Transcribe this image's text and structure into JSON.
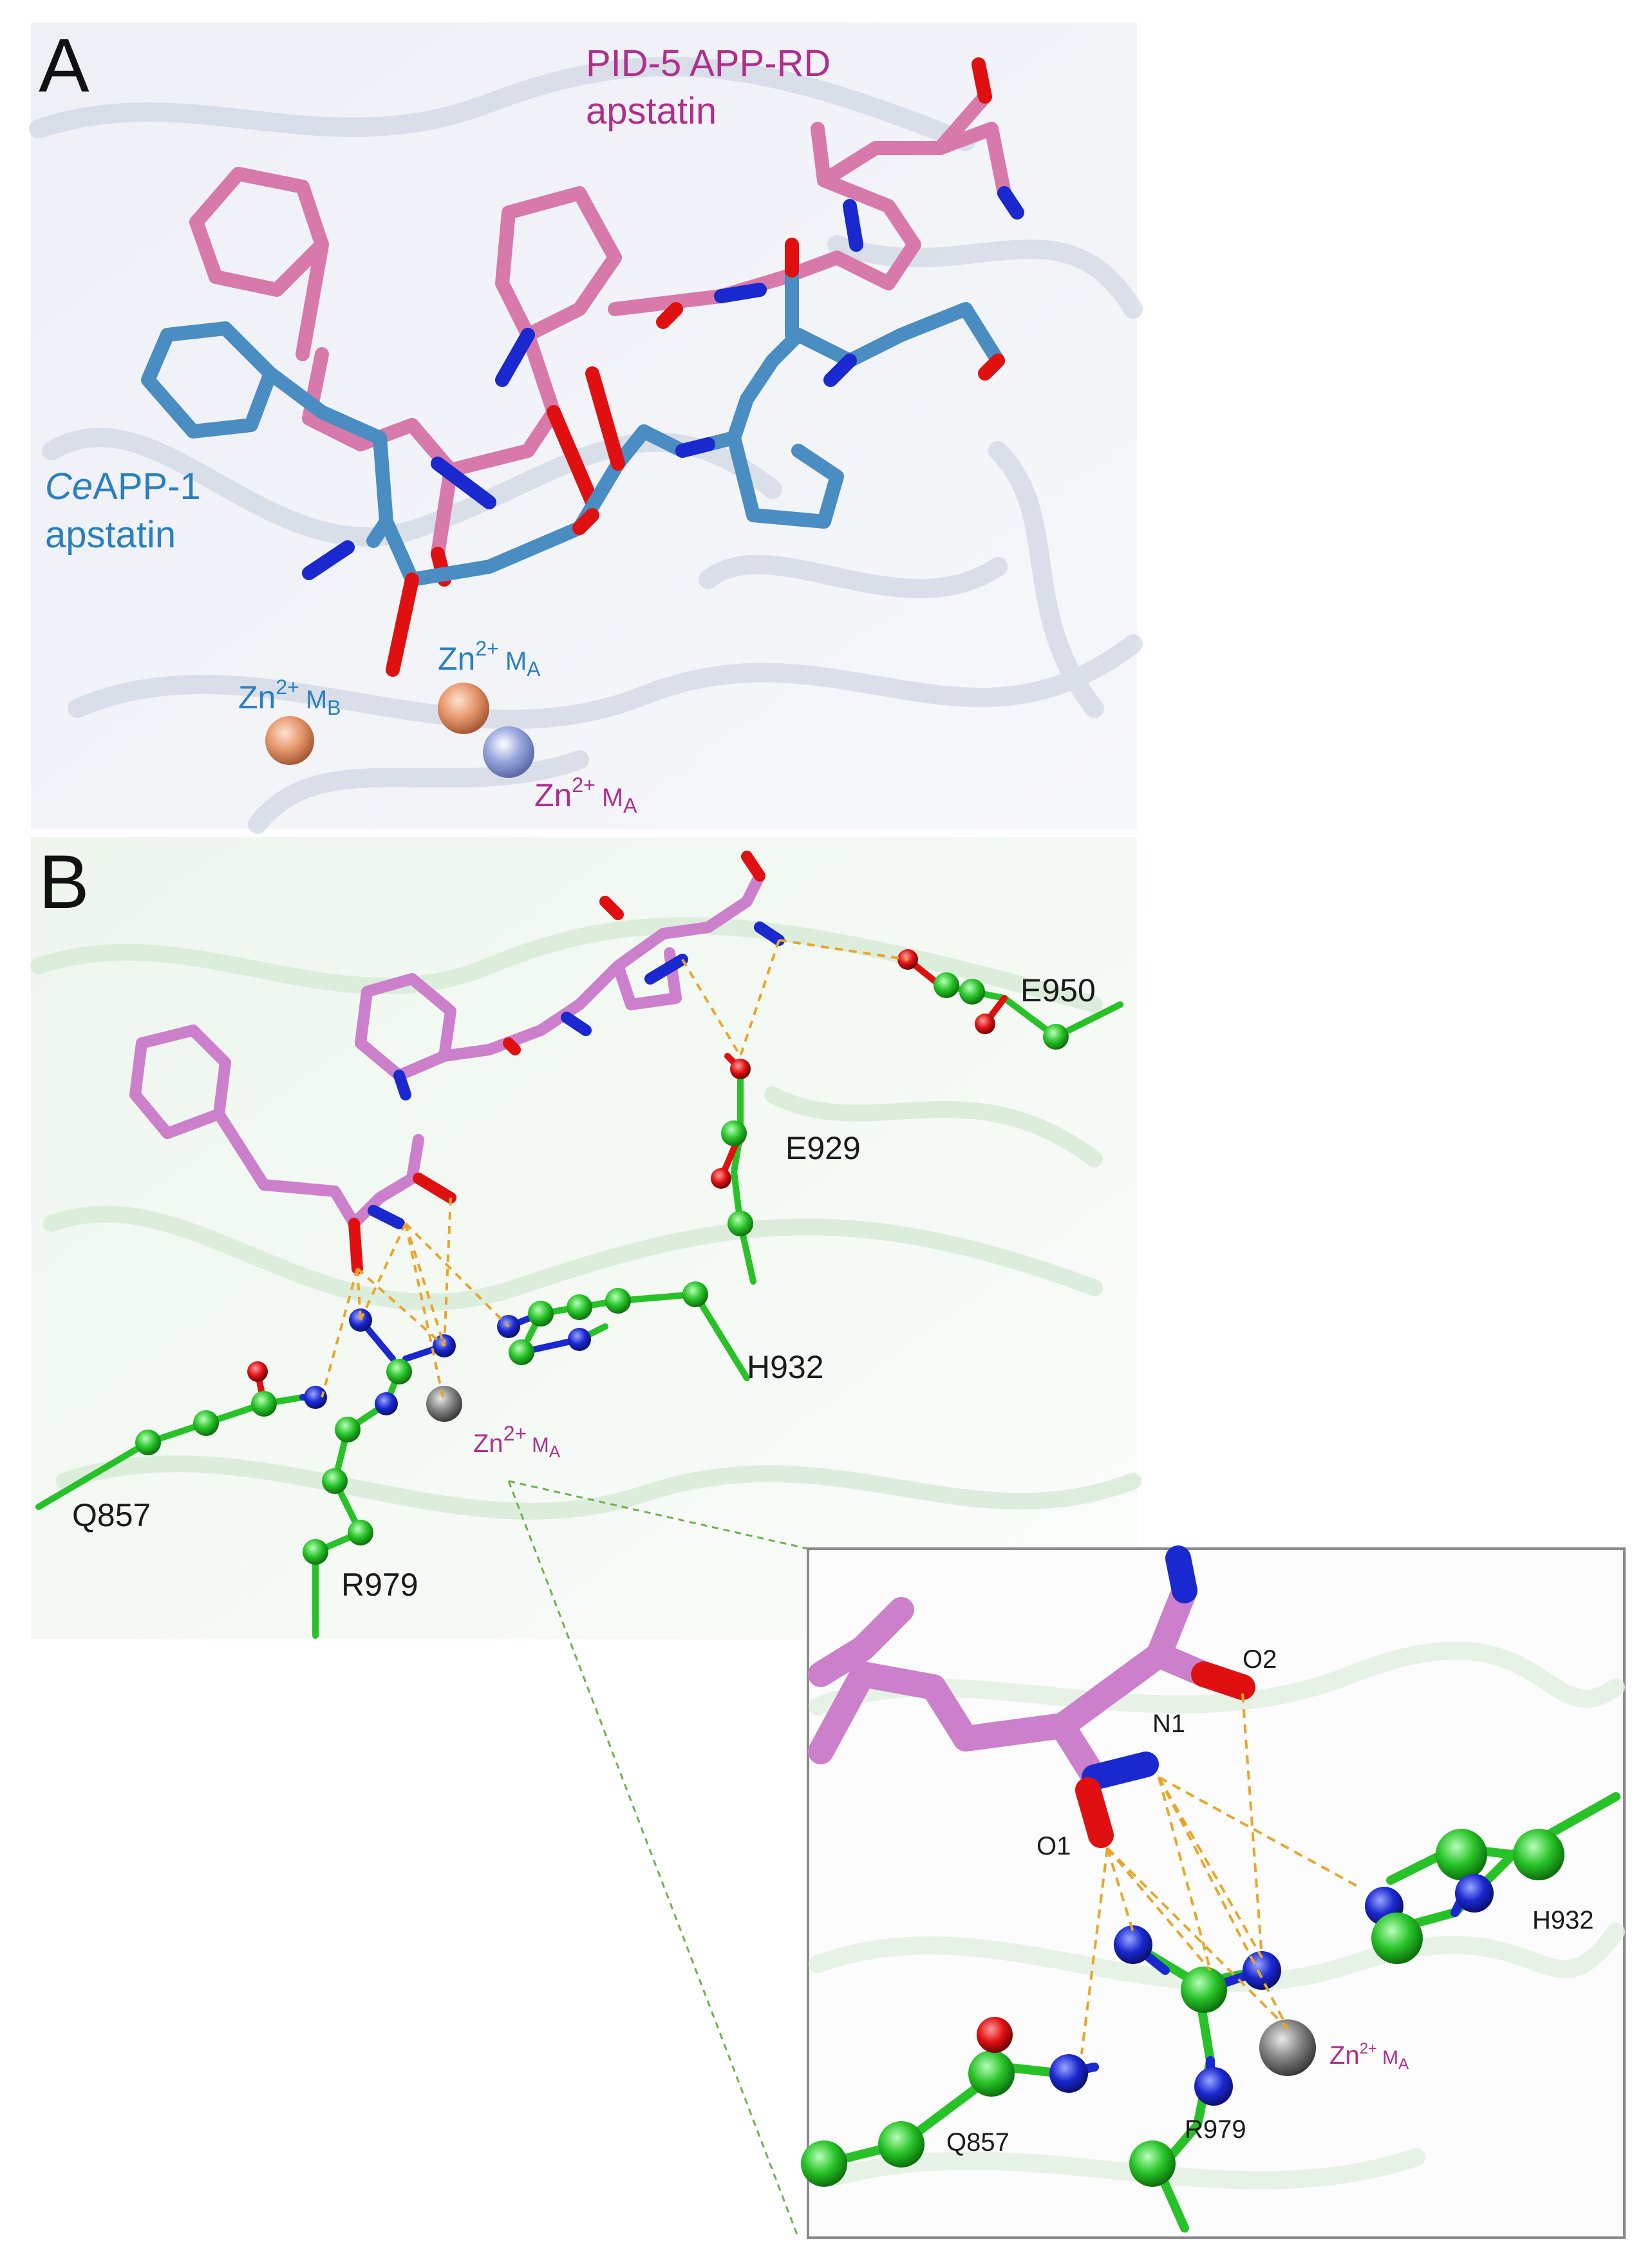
{
  "panels": {
    "a": {
      "letter": "A"
    },
    "b": {
      "letter": "B"
    }
  },
  "panel_a": {
    "pid5_label_line1": "PID-5 APP-RD",
    "pid5_label_line2": "apstatin",
    "ce_label_prefix": "Ce",
    "ce_label_rest": "APP-1",
    "ce_label_line2": "apstatin",
    "zn_mb": {
      "base": "Zn",
      "charge": "2+",
      "site": "M",
      "sub": "B"
    },
    "zn_ma_ce": {
      "base": "Zn",
      "charge": "2+",
      "site": "M",
      "sub": "A"
    },
    "zn_ma_pid5": {
      "base": "Zn",
      "charge": "2+",
      "site": "M",
      "sub": "A"
    }
  },
  "panel_b": {
    "residues": {
      "e950": "E950",
      "e929": "E929",
      "h932": "H932",
      "q857": "Q857",
      "r979": "R979"
    },
    "zn_ma": {
      "base": "Zn",
      "charge": "2+",
      "site": "M",
      "sub": "A"
    }
  },
  "inset": {
    "atoms": {
      "o2": "O2",
      "n1": "N1",
      "o1": "O1"
    },
    "residues": {
      "h932": "H932",
      "q857": "Q857",
      "r979": "R979"
    },
    "zn_ma": {
      "base": "Zn",
      "charge": "2+",
      "site": "M",
      "sub": "A"
    }
  },
  "colors": {
    "pid5_carbon": "#d879ab",
    "ce_carbon": "#4a8dc2",
    "ligand_b_carbon": "#cc80cc",
    "residue_carbon": "#27c227",
    "nitrogen": "#1a28d0",
    "oxygen": "#e01010",
    "zinc_ce": "#e6956a",
    "zinc_pid5": "#9aaadf",
    "zinc_b": "#808080",
    "hbond": "#e8a62a",
    "label_magenta": "#b02f8c",
    "label_blue": "#2a80bf"
  }
}
